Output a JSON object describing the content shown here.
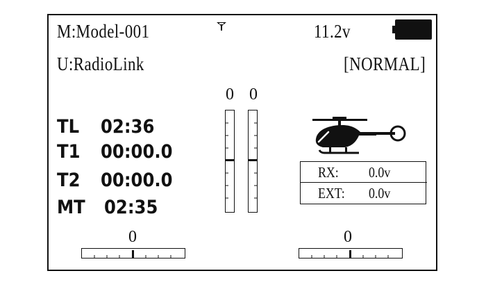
{
  "header": {
    "model": "M:Model-001",
    "user": "U:RadioLink",
    "voltage": "11.2v",
    "mode": "[NORMAL]"
  },
  "timers": [
    {
      "label": "TL",
      "value": "02:36"
    },
    {
      "label": "T1",
      "value": "00:00.0"
    },
    {
      "label": "T2",
      "value": "00:00.0"
    },
    {
      "label": "MT",
      "value": "02:35"
    }
  ],
  "trims": {
    "vertical_left": "0",
    "vertical_right": "0",
    "horizontal_left": "0",
    "horizontal_right": "0"
  },
  "telemetry": {
    "rx_label": "RX:",
    "rx_value": "0.0v",
    "ext_label": "EXT:",
    "ext_value": "0.0v"
  },
  "battery_level": 1.0
}
